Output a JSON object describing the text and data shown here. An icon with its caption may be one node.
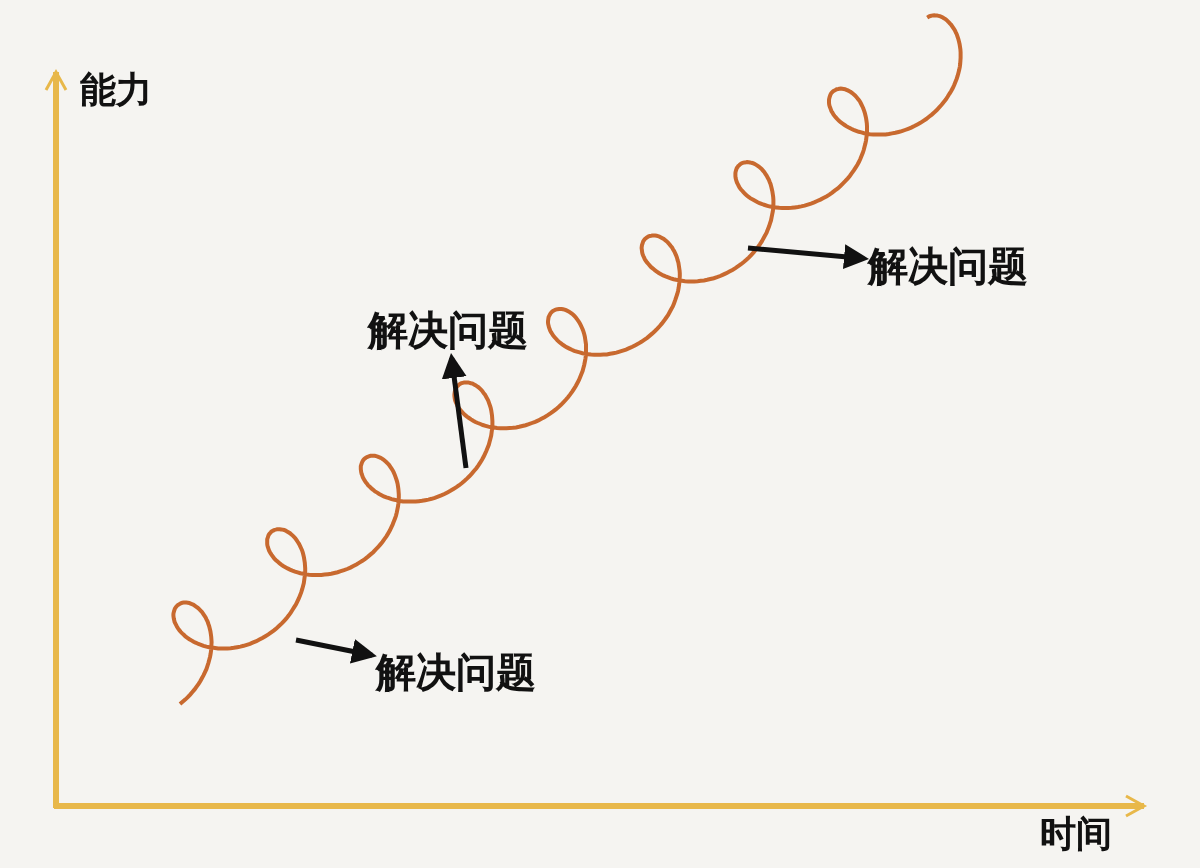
{
  "diagram": {
    "nodes": [
      {
        "text": [
          "解决问题"
        ]
      },
      {
        "text": [
          "解决问题"
        ]
      },
      {
        "text": [
          "解决问题"
        ]
      }
    ],
    "edges": [
      {
        "from": null,
        "to": 0,
        "arrow": "to"
      },
      {
        "from": null,
        "to": 1,
        "arrow": "to"
      },
      {
        "from": null,
        "to": 2,
        "arrow": "to"
      }
    ],
    "labels": [
      "能力",
      "时间"
    ]
  }
}
